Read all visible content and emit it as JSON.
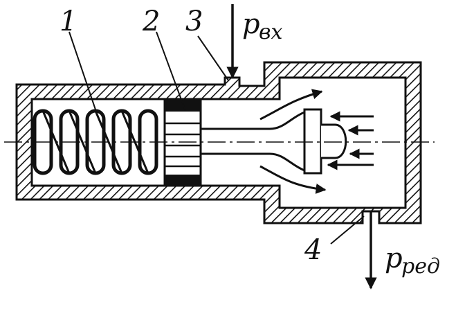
{
  "labels": {
    "n1": "1",
    "n2": "2",
    "n3": "3",
    "n4": "4",
    "p_in_symbol": "p",
    "p_in_sub": "вх",
    "p_out_symbol": "p",
    "p_out_sub": "ред"
  },
  "colors": {
    "ink": "#111111",
    "paper": "#ffffff"
  }
}
